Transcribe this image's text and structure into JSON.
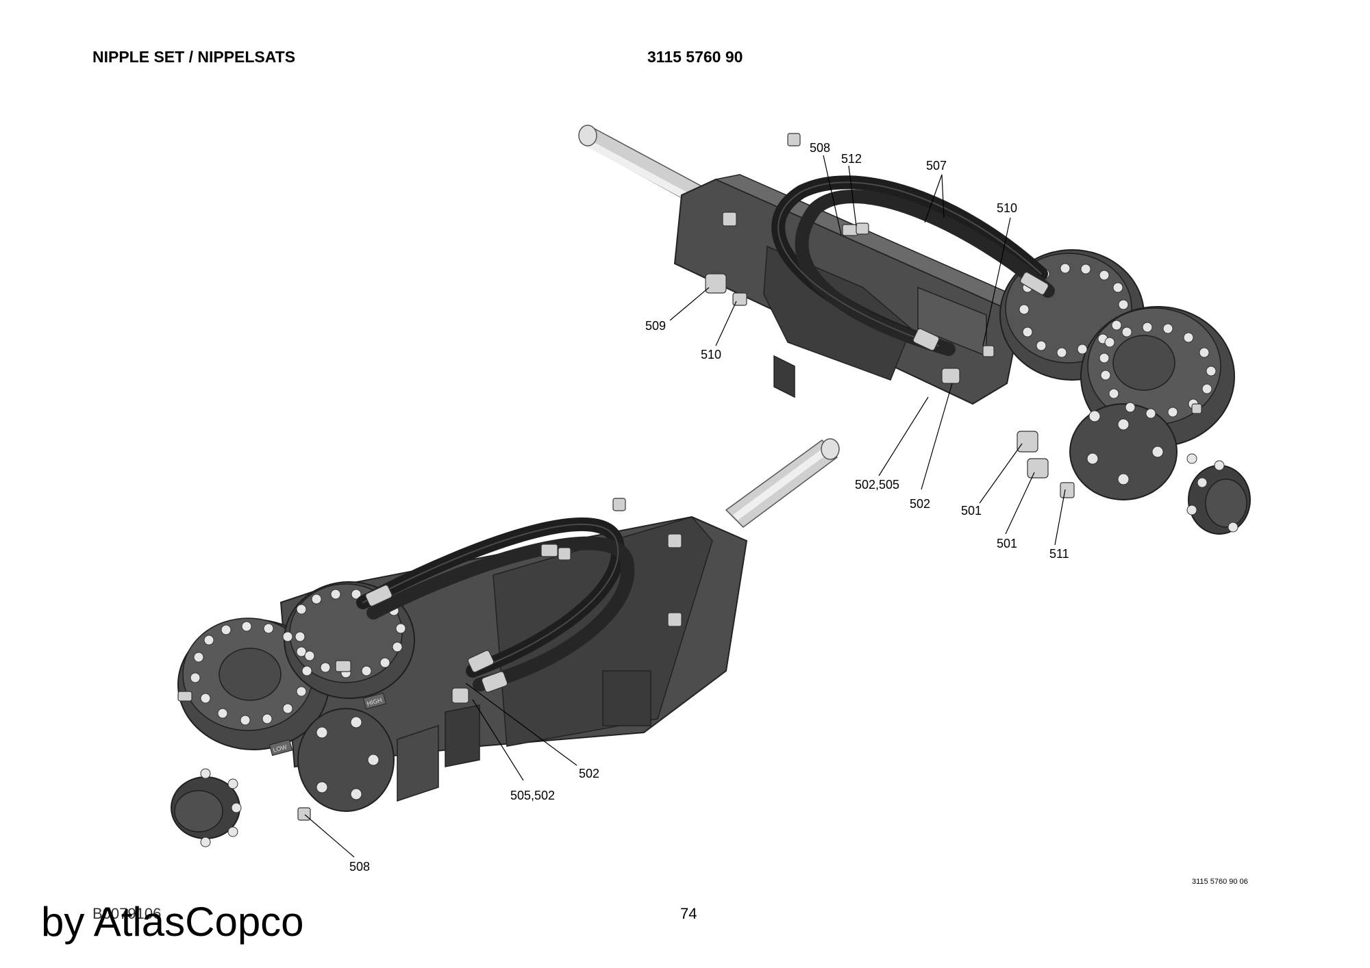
{
  "header": {
    "title": "NIPPLE SET / NIPPELSATS",
    "part_number": "3115 5760 90"
  },
  "callouts": {
    "upper": {
      "c508": "508",
      "c512": "512",
      "c507": "507",
      "c510a": "510",
      "c509": "509",
      "c510b": "510",
      "c502_505": "502,505",
      "c502": "502",
      "c501a": "501",
      "c501b": "501",
      "c511": "511"
    },
    "lower": {
      "c502": "502",
      "c505_502": "505,502",
      "c508": "508"
    }
  },
  "labels": {
    "high": "HIGH",
    "low": "LOW"
  },
  "footer": {
    "image_ref": "3115 5760 90 06",
    "doc_code": "B0079106",
    "page_number": "74",
    "watermark": "by AtlasCopco"
  },
  "colors": {
    "body": "#4d4d4d",
    "body_dark": "#2f2f2f",
    "hose": "#1e1e1e",
    "metal": "#d0d0d0",
    "bolt": "#e6e6e6"
  }
}
